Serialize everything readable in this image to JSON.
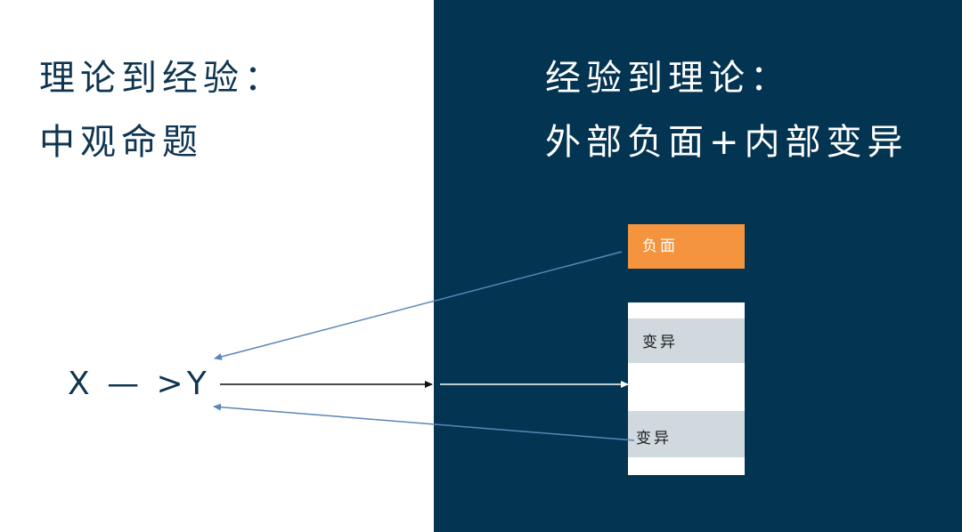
{
  "left": {
    "title_line1": "理论到经验：",
    "title_line2": "中观命题",
    "relation": "X — >Y"
  },
  "right": {
    "title_line1": "经验到理论：",
    "title_line2": "外部负面+内部变异",
    "negative_box_label": "负面",
    "variation_label_1": "变异",
    "variation_label_2": "变异"
  },
  "colors": {
    "dark_panel": "#033451",
    "heading_dark": "#0f3550",
    "orange": "#f4943e",
    "band_gray": "#cfd9de",
    "blue_arrow": "#5b86b8"
  }
}
